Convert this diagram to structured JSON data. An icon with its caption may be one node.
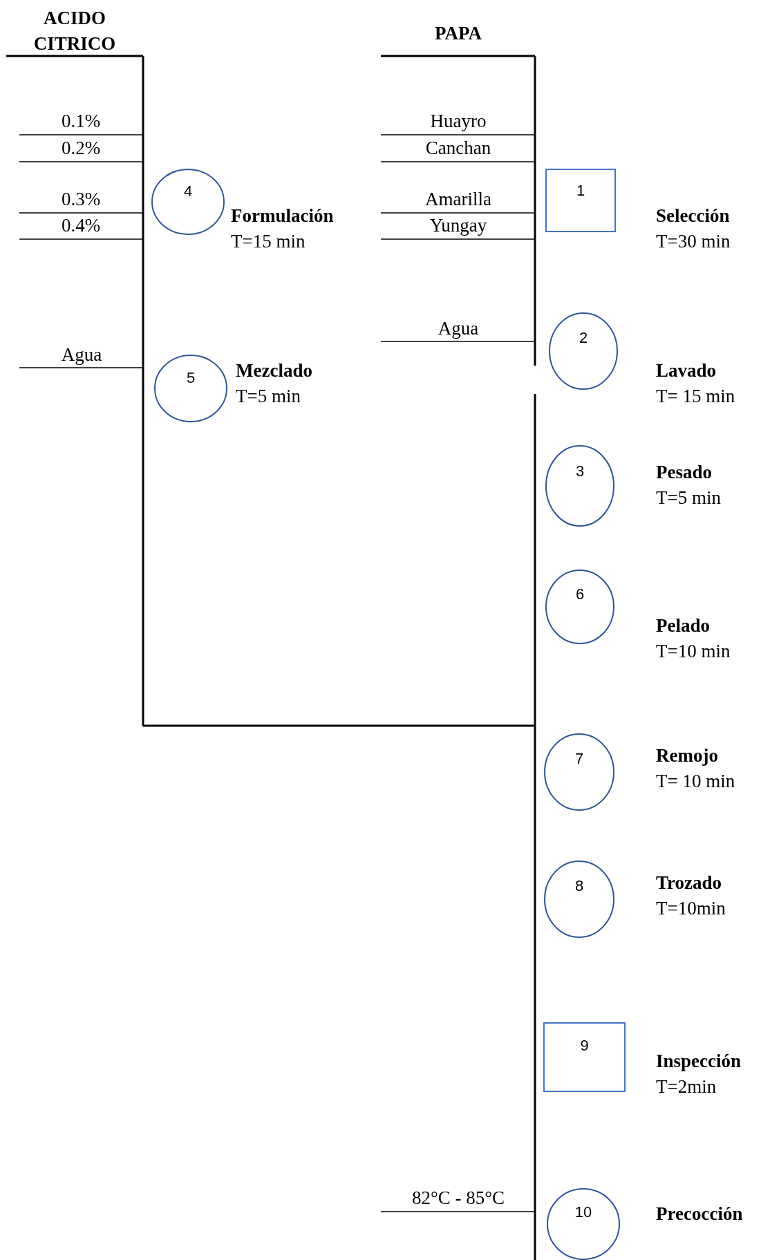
{
  "diagram": {
    "nodes": [
      {
        "text": [
          "1"
        ],
        "beside": [
          "Selección",
          "T=30 min"
        ]
      },
      {
        "text": [
          "2"
        ],
        "beside": [
          "Lavado",
          "T= 15 min"
        ]
      },
      {
        "text": [
          "3"
        ],
        "beside": [
          "Pesado",
          "T=5 min"
        ]
      },
      {
        "text": [
          "4"
        ],
        "beside": [
          "Formulación",
          "T=15 min"
        ]
      },
      {
        "text": [
          "5"
        ],
        "beside": [
          "Mezclado",
          "T=5 min"
        ]
      },
      {
        "text": [
          "6"
        ],
        "beside": [
          "Pelado",
          "T=10 min"
        ]
      },
      {
        "text": [
          "7"
        ],
        "beside": [
          "Remojo",
          "T= 10 min"
        ]
      },
      {
        "text": [
          "8"
        ],
        "beside": [
          "Trozado",
          "T=10min"
        ]
      },
      {
        "text": [
          "9"
        ],
        "beside": [
          "Inspección",
          "T=2min"
        ]
      },
      {
        "text": [
          "10"
        ],
        "beside": [
          "Precocción"
        ]
      }
    ],
    "labels": [
      "ACIDO CITRICO",
      "PAPA",
      "0.1%",
      "Huayro",
      "0.2%",
      "Canchan",
      "0.3%",
      "Amarilla",
      "0.4%",
      "Yungay",
      "Agua",
      "Agua",
      "82°C - 85°C"
    ]
  }
}
